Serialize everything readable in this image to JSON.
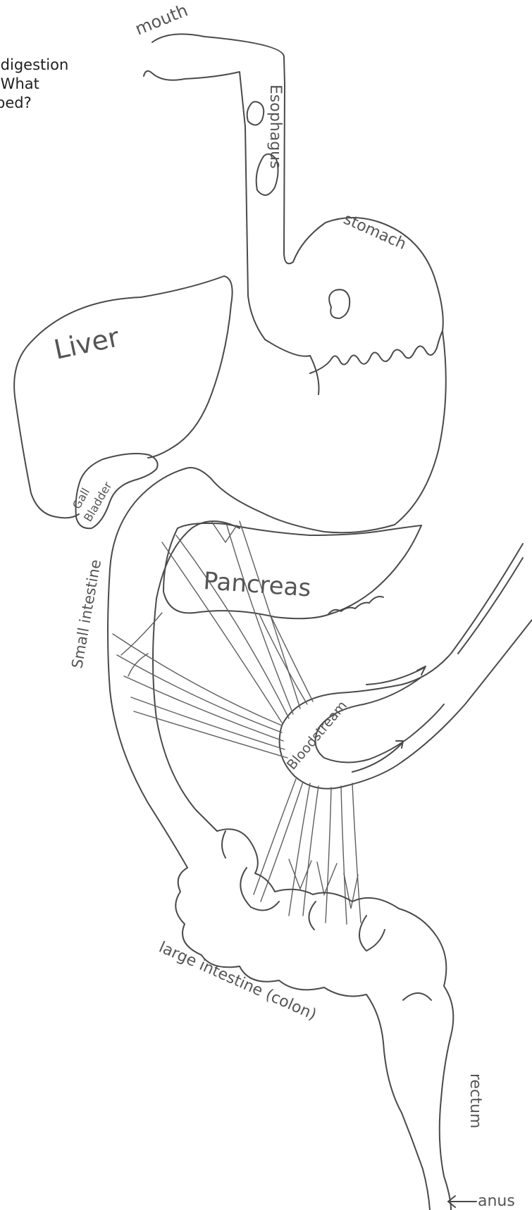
{
  "question": {
    "line1": ".",
    "line2": " digestion",
    "line3": " What",
    "line4": "bed?"
  },
  "labels": {
    "mouth": "mouth",
    "esophagus": "Esophagus",
    "stomach": "stomach",
    "liver": "Liver",
    "gall_bladder_1": "Gall",
    "gall_bladder_2": "Bladder",
    "small_intestine": "Small intestine",
    "pancreas": "Pancreas",
    "bloodstream": "Bloodstream",
    "large_intestine": "large intestine (colon)",
    "rectum": "rectum",
    "anus": "anus"
  }
}
